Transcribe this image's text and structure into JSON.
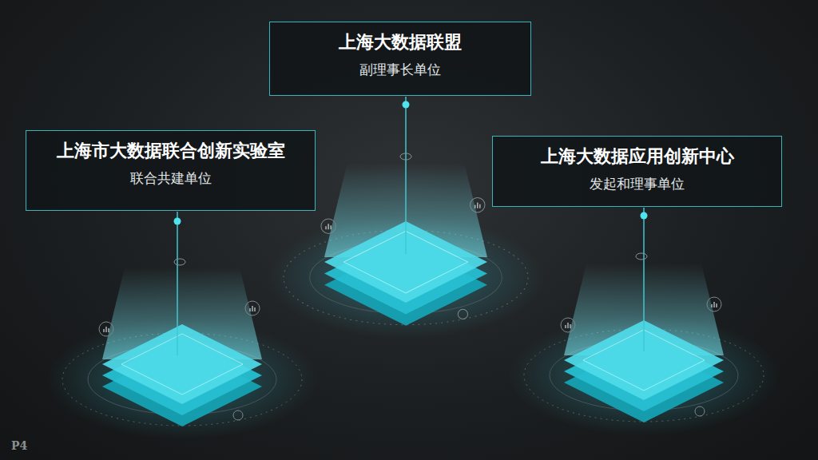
{
  "diagram": {
    "nodes": [
      {
        "text": [
          "上海大数据联盟",
          "副理事长单位"
        ]
      },
      {
        "text": [
          "上海市大数据联合创新实验室",
          "联合共建单位"
        ]
      },
      {
        "text": [
          "上海大数据应用创新中心",
          "发起和理事单位"
        ]
      }
    ],
    "labels": [
      "P4"
    ]
  }
}
